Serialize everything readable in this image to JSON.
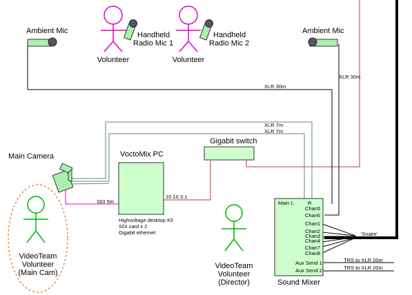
{
  "colors": {
    "stick_vol": "#e000cc",
    "stick_team": "#00b800",
    "mic_body": "#a9f0b0",
    "box_fill": "#ccffcc",
    "red_line": "#cc3333",
    "green_line": "#5a8a7a",
    "dashed": "#e07a30"
  },
  "left_ambient": {
    "label": "Ambient Mic"
  },
  "right_ambient": {
    "label": "Ambient Mic"
  },
  "volunteer1": {
    "label": "Volunteer",
    "mic_label_1": "Handheld",
    "mic_label_2": "Radio Mic 1"
  },
  "volunteer2": {
    "label": "Volunteer",
    "mic_label_1": "Handheld",
    "mic_label_2": "Radio Mic 2"
  },
  "main_camera": {
    "label": "Main Camera"
  },
  "voctomix": {
    "label": "VoctoMix PC",
    "spec_1": "Highvoltage desktop #3",
    "spec_2": "SDI card x 2",
    "spec_3": "Gigabit ethernet",
    "ip": "10.10.3.1"
  },
  "switch": {
    "label": "Gigabit switch"
  },
  "cables": {
    "xlr30_left": "XLR 30m",
    "xlr30_right": "XLR 30m",
    "xlr7_a": "XLR 7m",
    "xlr7_b": "XLR 7m",
    "sdi": "SDI  5m",
    "snake": "'Snake'",
    "trs1": "TRS to XLR 20m",
    "trs2": "TRS to XLR 20m"
  },
  "mixer": {
    "label": "Sound Mixer",
    "main_l": "Main L",
    "r": "R",
    "channels": [
      "Chan5",
      "Chan6",
      "Chan1",
      "Chan2",
      "Chan3",
      "Chan4",
      "Chan7",
      "Chan8"
    ],
    "aux": [
      "Aux Send 1",
      "Aux Send 2"
    ]
  },
  "team_cam": {
    "line1": "VideoTeam",
    "line2": "Volunteer",
    "line3": "(Main Cam)"
  },
  "team_dir": {
    "line1": "VideoTeam",
    "line2": "Volunteer",
    "line3": "(Director)"
  }
}
